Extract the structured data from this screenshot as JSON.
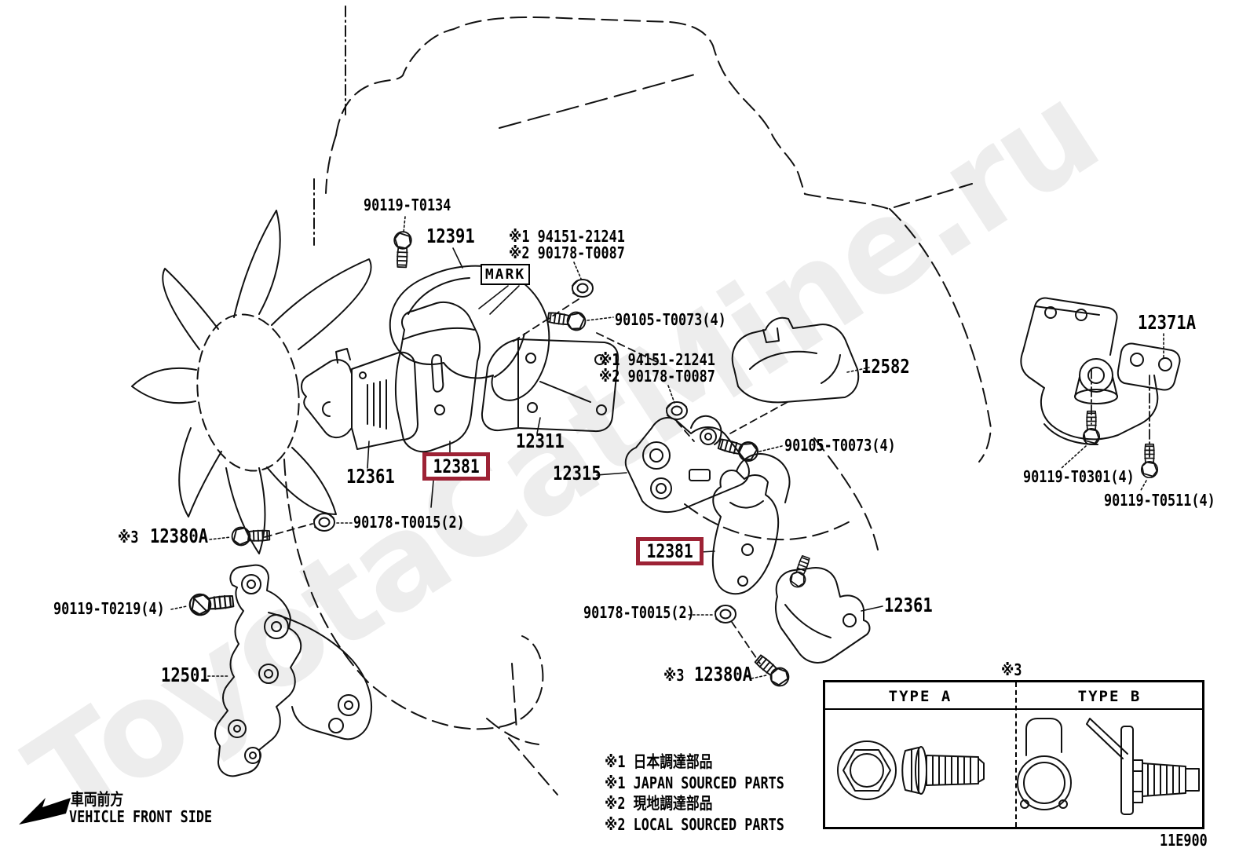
{
  "watermark": "ToyotaCatMine.ru",
  "diagram_code": "11E900",
  "colors": {
    "highlight_box": "#9d2235",
    "line": "#111111",
    "watermark": "#ededed"
  },
  "callouts": {
    "t0134": "90119-T0134",
    "p12391": "12391",
    "ref1_94151_top": "※1 94151-21241",
    "ref2_90178_top": "※2 90178-T0087",
    "mark": "MARK",
    "t0073_upper": "90105-T0073(4)",
    "ref1_94151_mid": "※1 94151-21241",
    "ref2_90178_mid": "※2 90178-T0087",
    "p12582": "12582",
    "p12311": "12311",
    "p12361_left": "12361",
    "p12381_left": "12381",
    "p12315": "12315",
    "t0073_lower": "90105-T0073(4)",
    "p12371a": "12371A",
    "t0301": "90119-T0301(4)",
    "t0511": "90119-T0511(4)",
    "t0015_left": "90178-T0015(2)",
    "ref3_left": "※3",
    "p12380a_left": "12380A",
    "t0219": "90119-T0219(4)",
    "p12501": "12501",
    "p12381_right": "12381",
    "t0015_right": "90178-T0015(2)",
    "ref3_right": "※3",
    "p12380a_right": "12380A",
    "p12361_right": "12361"
  },
  "front_side": {
    "jp": "車両前方",
    "en": "VEHICLE FRONT SIDE"
  },
  "legend": {
    "ref": "※3",
    "type_a": "TYPE A",
    "type_b": "TYPE B"
  },
  "notes": [
    "※1 日本調達部品",
    "※1 JAPAN SOURCED PARTS",
    "※2 現地調達部品",
    "※2 LOCAL SOURCED PARTS"
  ]
}
